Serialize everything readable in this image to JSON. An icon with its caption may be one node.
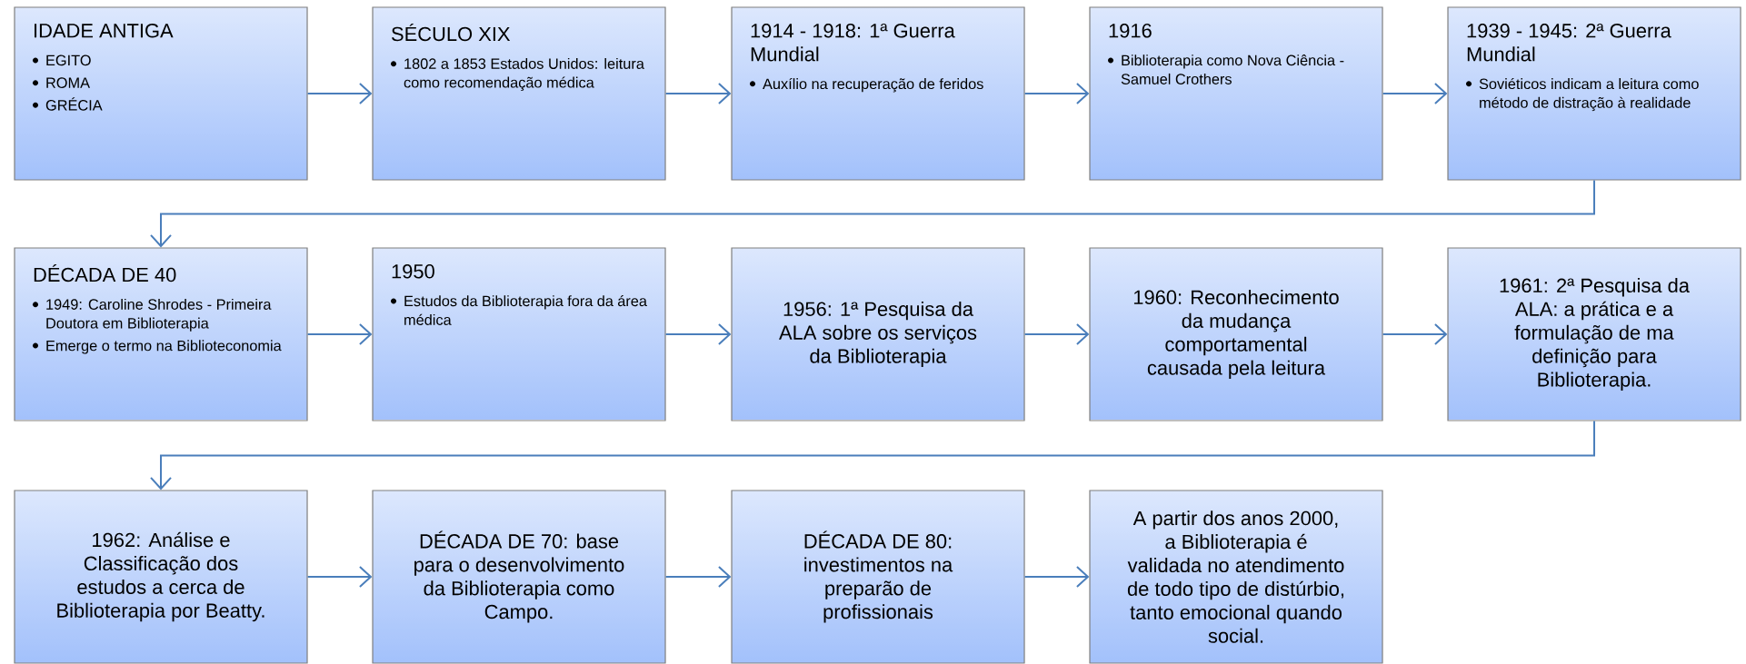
{
  "diagram": {
    "nodes": [
      {
        "text": [
          "IDADE ANTIGA",
          "EGITO",
          "ROMA",
          "GRÉCIA"
        ]
      },
      {
        "text": [
          "SÉCULO XIX",
          "1802 a 1853 Estados Unidos: leitura como recomendação médica"
        ]
      },
      {
        "text": [
          "1914 - 1918: 1ª Guerra Mundial",
          "Auxílio na recuperação de feridos"
        ]
      },
      {
        "text": [
          "1916",
          "Biblioterapia como Nova Ciência - Samuel Crothers"
        ]
      },
      {
        "text": [
          "1939 - 1945: 2ª Guerra Mundial",
          "Soviéticos indicam a leitura como método de distração à realidade"
        ]
      },
      {
        "text": [
          "DÉCADA DE 40",
          "1949: Caroline Shrodes - Primeira Doutora em Biblioterapia",
          "Emerge o termo na Biblioteconomia"
        ]
      },
      {
        "text": [
          "1950",
          "Estudos da Biblioterapia fora da área médica"
        ]
      },
      {
        "text": [
          "1956: 1ª Pesquisa da ALA sobre os serviços da Biblioterapia"
        ]
      },
      {
        "text": [
          "1960: Reconhecimento da mudança comportamental causada pela leitura"
        ]
      },
      {
        "text": [
          "1961: 2ª Pesquisa da ALA: a prática e a formulação de ma definição para Biblioterapia."
        ]
      },
      {
        "text": [
          "1962: Análise  e Classificação dos estudos a cerca de Biblioterapia por Beatty."
        ]
      },
      {
        "text": [
          "DÉCADA DE 70: base para o desenvolvimento da Biblioterapia como Campo."
        ]
      },
      {
        "text": [
          "DÉCADA DE 80: investimentos na preparão de profissionais"
        ]
      },
      {
        "text": [
          "A partir dos anos 2000, a Biblioterapia é validada no atendimento de todo tipo de distúrbio, tanto emocional quando social."
        ]
      }
    ],
    "edges": [
      {
        "from": 0,
        "to": 1,
        "arrow": "to"
      },
      {
        "from": 1,
        "to": 2,
        "arrow": "to"
      },
      {
        "from": 2,
        "to": 3,
        "arrow": "to"
      },
      {
        "from": 3,
        "to": 4,
        "arrow": "to"
      },
      {
        "from": 4,
        "to": 5,
        "arrow": "to"
      },
      {
        "from": 5,
        "to": 6,
        "arrow": "to"
      },
      {
        "from": 6,
        "to": 7,
        "arrow": "to"
      },
      {
        "from": 7,
        "to": 8,
        "arrow": "to"
      },
      {
        "from": 8,
        "to": 9,
        "arrow": "to"
      },
      {
        "from": 9,
        "to": 10,
        "arrow": "to"
      },
      {
        "from": 10,
        "to": 11,
        "arrow": "to"
      },
      {
        "from": 11,
        "to": 12,
        "arrow": "to"
      },
      {
        "from": 12,
        "to": 13,
        "arrow": "to"
      }
    ]
  }
}
